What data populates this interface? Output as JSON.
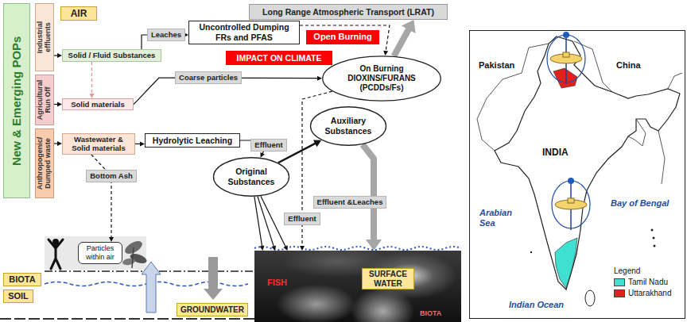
{
  "diagram": {
    "nodes": [
      {
        "text": [
          "New & Emerging POPs"
        ]
      },
      {
        "text": [
          "Industrial effluents"
        ]
      },
      {
        "text": [
          "AIR"
        ]
      },
      {
        "text": [
          "Uncontrolled Dumping FRs and PFAS"
        ]
      },
      {
        "text": [
          "Long Range Atmospheric Transport (LRAT)"
        ]
      },
      {
        "text": [
          "Open Burning"
        ]
      },
      {
        "text": [
          "IMPACT ON CLIMATE"
        ]
      },
      {
        "text": [
          "Solid / Fluid Substances"
        ]
      },
      {
        "text": [
          "On Burning DIOXINS/FURANS (PCDDs/Fs)"
        ]
      },
      {
        "text": [
          "Agricultural Run Off"
        ]
      },
      {
        "text": [
          "Solid materials"
        ]
      },
      {
        "text": [
          "Auxiliary Substances"
        ]
      },
      {
        "text": [
          "Anthropogenic/ Dumped waste"
        ]
      },
      {
        "text": [
          "Wastewater & Solid materials"
        ]
      },
      {
        "text": [
          "Hydrolytic Leaching"
        ]
      },
      {
        "text": [
          "Original Substances"
        ]
      },
      {
        "text": [
          "Particles within air"
        ]
      },
      {
        "text": [
          "BIOTA"
        ]
      },
      {
        "text": [
          "SOIL"
        ]
      },
      {
        "text": [
          "GROUNDWATER"
        ]
      },
      {
        "text": [
          "SURFACE WATER"
        ]
      }
    ],
    "edges": [
      {
        "from": 1,
        "to": 7,
        "arrow": "to"
      },
      {
        "from": 9,
        "to": 10,
        "arrow": "to"
      },
      {
        "from": 12,
        "to": 13,
        "arrow": "to"
      },
      {
        "from": 7,
        "to": 3,
        "label": "Leaches",
        "arrow": "to"
      },
      {
        "from": 3,
        "to": 8,
        "arrow": "to"
      },
      {
        "from": 8,
        "to": 4,
        "arrow": "to"
      },
      {
        "from": 10,
        "to": 8,
        "label": "Coarse particles",
        "arrow": "to"
      },
      {
        "from": 7,
        "to": 10,
        "arrow": "to"
      },
      {
        "from": 13,
        "to": 14,
        "arrow": "to"
      },
      {
        "from": 14,
        "to": 15,
        "label": "Effluent",
        "arrow": "to"
      },
      {
        "from": 15,
        "to": 11,
        "arrow": "to"
      },
      {
        "from": 15,
        "to": 20,
        "arrow": "to"
      },
      {
        "from": 15,
        "to": 20,
        "arrow": "to"
      },
      {
        "from": 15,
        "to": 20,
        "arrow": "to"
      },
      {
        "from": 11,
        "to": 20,
        "label": "Effluent &Leaches",
        "arrow": "to"
      },
      {
        "from": 8,
        "to": 20,
        "label": "Effluent",
        "arrow": "to"
      },
      {
        "from": 13,
        "to": 16,
        "label": "Bottom Ash",
        "arrow": "to"
      }
    ],
    "labels": [
      "FISH",
      "BIOTA",
      "Pakistan",
      "China",
      "INDIA",
      "Arabian Sea",
      "Bay of Bengal",
      "Indian Ocean",
      "Legend"
    ],
    "legend": [
      {
        "text": "Tamil Nadu",
        "color": "#40e0d0"
      },
      {
        "text": "Uttarakhand",
        "color": "#e3211c"
      }
    ]
  }
}
